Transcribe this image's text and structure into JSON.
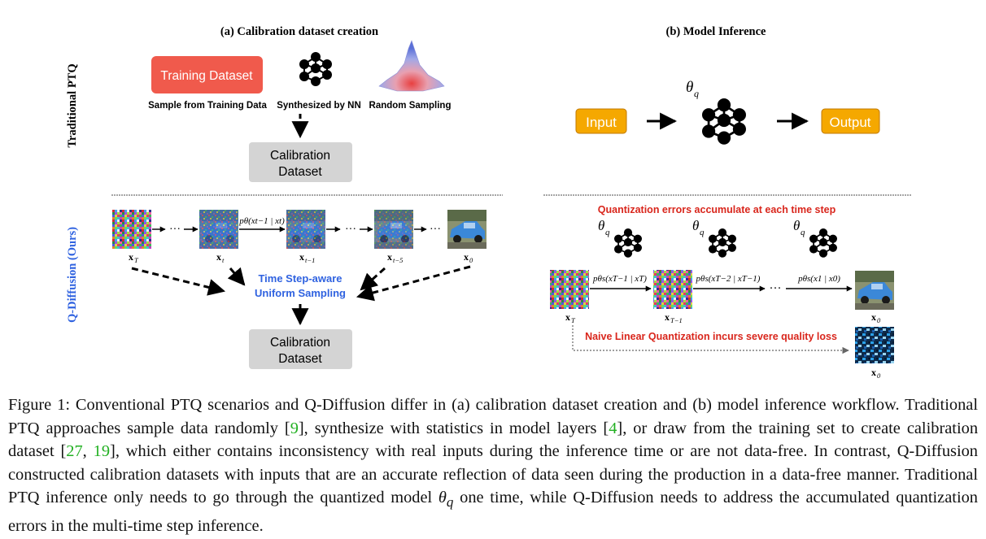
{
  "panel_a": {
    "title": "(a) Calibration dataset creation",
    "traditional_label": "Traditional PTQ",
    "ours_label": "Q-Diffusion (Ours)",
    "training_dataset_box": "Training Dataset",
    "source_labels": [
      "Sample from Training Data",
      "Synthesized by NN",
      "Random Sampling"
    ],
    "calibration_line1": "Calibration",
    "calibration_line2": "Dataset",
    "chain_labels": [
      "x",
      "x",
      "x",
      "x",
      "x"
    ],
    "chain_subs": [
      "T",
      "t",
      "t−1",
      "t−5",
      "0"
    ],
    "transition_label": "pθ(xt−1 | xt)",
    "sampling_line1": "Time Step-aware",
    "sampling_line2": "Uniform Sampling",
    "ellipsis": "···"
  },
  "panel_b": {
    "title": "(b) Model Inference",
    "input_label": "Input",
    "output_label": "Output",
    "theta": "θ",
    "theta_sub": "q",
    "accumulate_text": "Quantization errors accumulate at each time step",
    "naive_text": "Naive Linear Quantization incurs severe quality loss",
    "chain_labels": [
      "x",
      "x",
      "x",
      "x"
    ],
    "chain_subs": [
      "T",
      "T−1",
      "0",
      "0"
    ],
    "transition_labels": [
      "pθs(xT−1 | xT)",
      "pθs(xT−2 | xT−1)",
      "pθs(x1 | x0)"
    ]
  },
  "caption": {
    "seg1": "Figure 1: Conventional PTQ scenarios and Q-Diffusion differ in (a) calibration dataset creation and (b) model inference workflow. Traditional PTQ approaches sample data randomly [",
    "cite1": "9",
    "seg2": "], synthesize with statistics in model layers [",
    "cite2": "4",
    "seg3": "], or draw from the training set to create calibration dataset [",
    "cite3": "27",
    "seg3b": ", ",
    "cite4": "19",
    "seg4": "], which either contains inconsistency with real inputs during the inference time or are not data-free. In contrast, Q-Diffusion constructed calibration datasets with inputs that are an accurate reflection of data seen during the production in a data-free manner. Traditional PTQ inference only needs to go through the quantized model ",
    "theta": "θ",
    "theta_sub": "q",
    "seg5": " one time, while Q-Diffusion needs to address the accumulated quantization errors in the multi-time step inference."
  },
  "colors": {
    "training_box": "#f05a4c",
    "orange_box": "#f5a800",
    "gray_box": "#d4d4d4",
    "blue_text": "#2f62e0",
    "red_text": "#d9261c",
    "car_blue": "#3b88d8"
  }
}
